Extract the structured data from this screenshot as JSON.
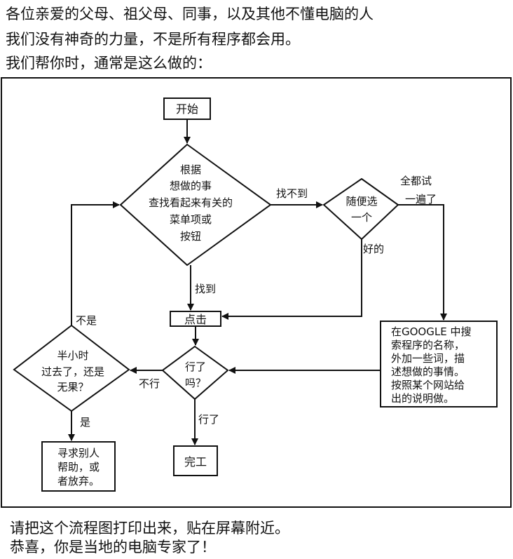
{
  "header": {
    "title": "各位亲爱的父母、祖父母、同事，以及其他不懂电脑的人",
    "line1": "我们没有神奇的力量，不是所有程序都会用。",
    "line2": "我们帮你时，通常是这么做的："
  },
  "flowchart": {
    "start": "开始",
    "decision_search": [
      "根据",
      "想做的事",
      "查找看起来有关的",
      "菜单项或",
      "按钮"
    ],
    "found": "找到",
    "not_found": "找不到",
    "decision_random": [
      "随便选",
      "一个"
    ],
    "try_all": [
      "全都试",
      "一遍了"
    ],
    "ok": "好的",
    "click": "点击",
    "decision_works": [
      "行了",
      "吗？"
    ],
    "works_yes": "行了",
    "works_no": "不行",
    "done": "完工",
    "google_box": [
      "在GOOGLE 中搜",
      "索程序的名称，",
      "外加一些词，描",
      "述想做的事情。",
      "按照某个网站给",
      "出的说明做。"
    ],
    "decision_halfhour": [
      "半小时",
      "过去了，还是",
      "无果？"
    ],
    "halfhour_yes": "是",
    "halfhour_no": "不是",
    "help_box": [
      "寻求别人",
      "帮助，或",
      "者放弃。"
    ]
  },
  "footer": {
    "line1": "请把这个流程图打印出来，贴在屏幕附近。",
    "line2": "恭喜，你是当地的电脑专家了！"
  }
}
